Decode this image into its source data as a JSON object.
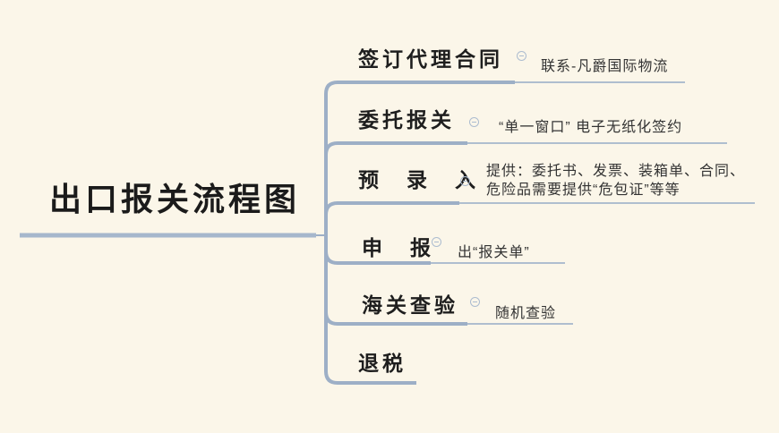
{
  "app": {
    "type": "mindmap",
    "background_color": "#FBF6E9",
    "branch_line_color": "#9DAFC6",
    "child_line_color": "#AFBECF",
    "collapse_icon": "minus-circle",
    "collapse_icon_color": "#ACBCD0",
    "text_color": "#1b1b1b"
  },
  "root": {
    "label": "出口报关流程图"
  },
  "branches": [
    {
      "label": "签订代理合同",
      "note": "联系-凡爵国际物流"
    },
    {
      "label": "委托报关",
      "note": "“单一窗口” 电子无纸化签约"
    },
    {
      "label": "预　录　入",
      "note": "提供：委托书、发票、装箱单、合同、\n危险品需要提供“危包证”等等"
    },
    {
      "label": "申　报",
      "note": "出“报关单”"
    },
    {
      "label": "海关查验",
      "note": "随机查验"
    },
    {
      "label": "退税",
      "note": ""
    }
  ]
}
